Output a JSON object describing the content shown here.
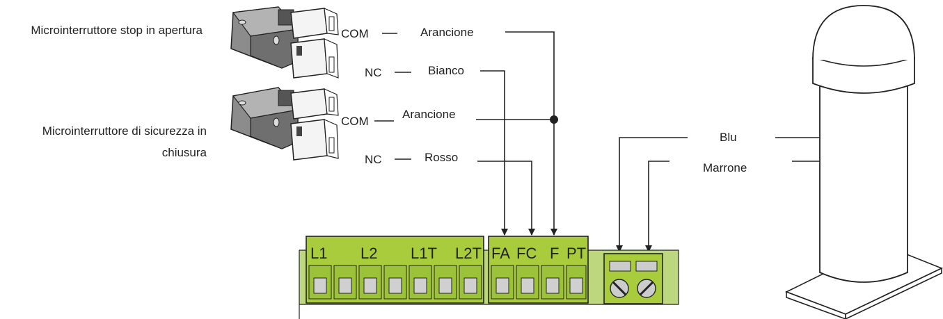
{
  "captions": {
    "switch_open": "Microinterruttore stop in  apertura",
    "switch_safety_line1": "Microinterruttore di sicurezza in",
    "switch_safety_line2": "chiusura"
  },
  "switch1": {
    "com": "COM",
    "nc": "NC",
    "com_wire": "Arancione",
    "nc_wire": "Bianco"
  },
  "switch2": {
    "com": "COM",
    "nc": "NC",
    "com_wire": "Arancione",
    "nc_wire": "Rosso"
  },
  "lamp": {
    "wire1": "Blu",
    "wire2": "Marrone"
  },
  "terminals_left": [
    "L1",
    "L2",
    "L1T",
    "L2T"
  ],
  "terminals_mid": [
    "FA",
    "FC",
    "F",
    "PT"
  ],
  "colors": {
    "board": "#bcd77e",
    "terminal_block": "#a9cc3d",
    "wire": "#222222"
  }
}
